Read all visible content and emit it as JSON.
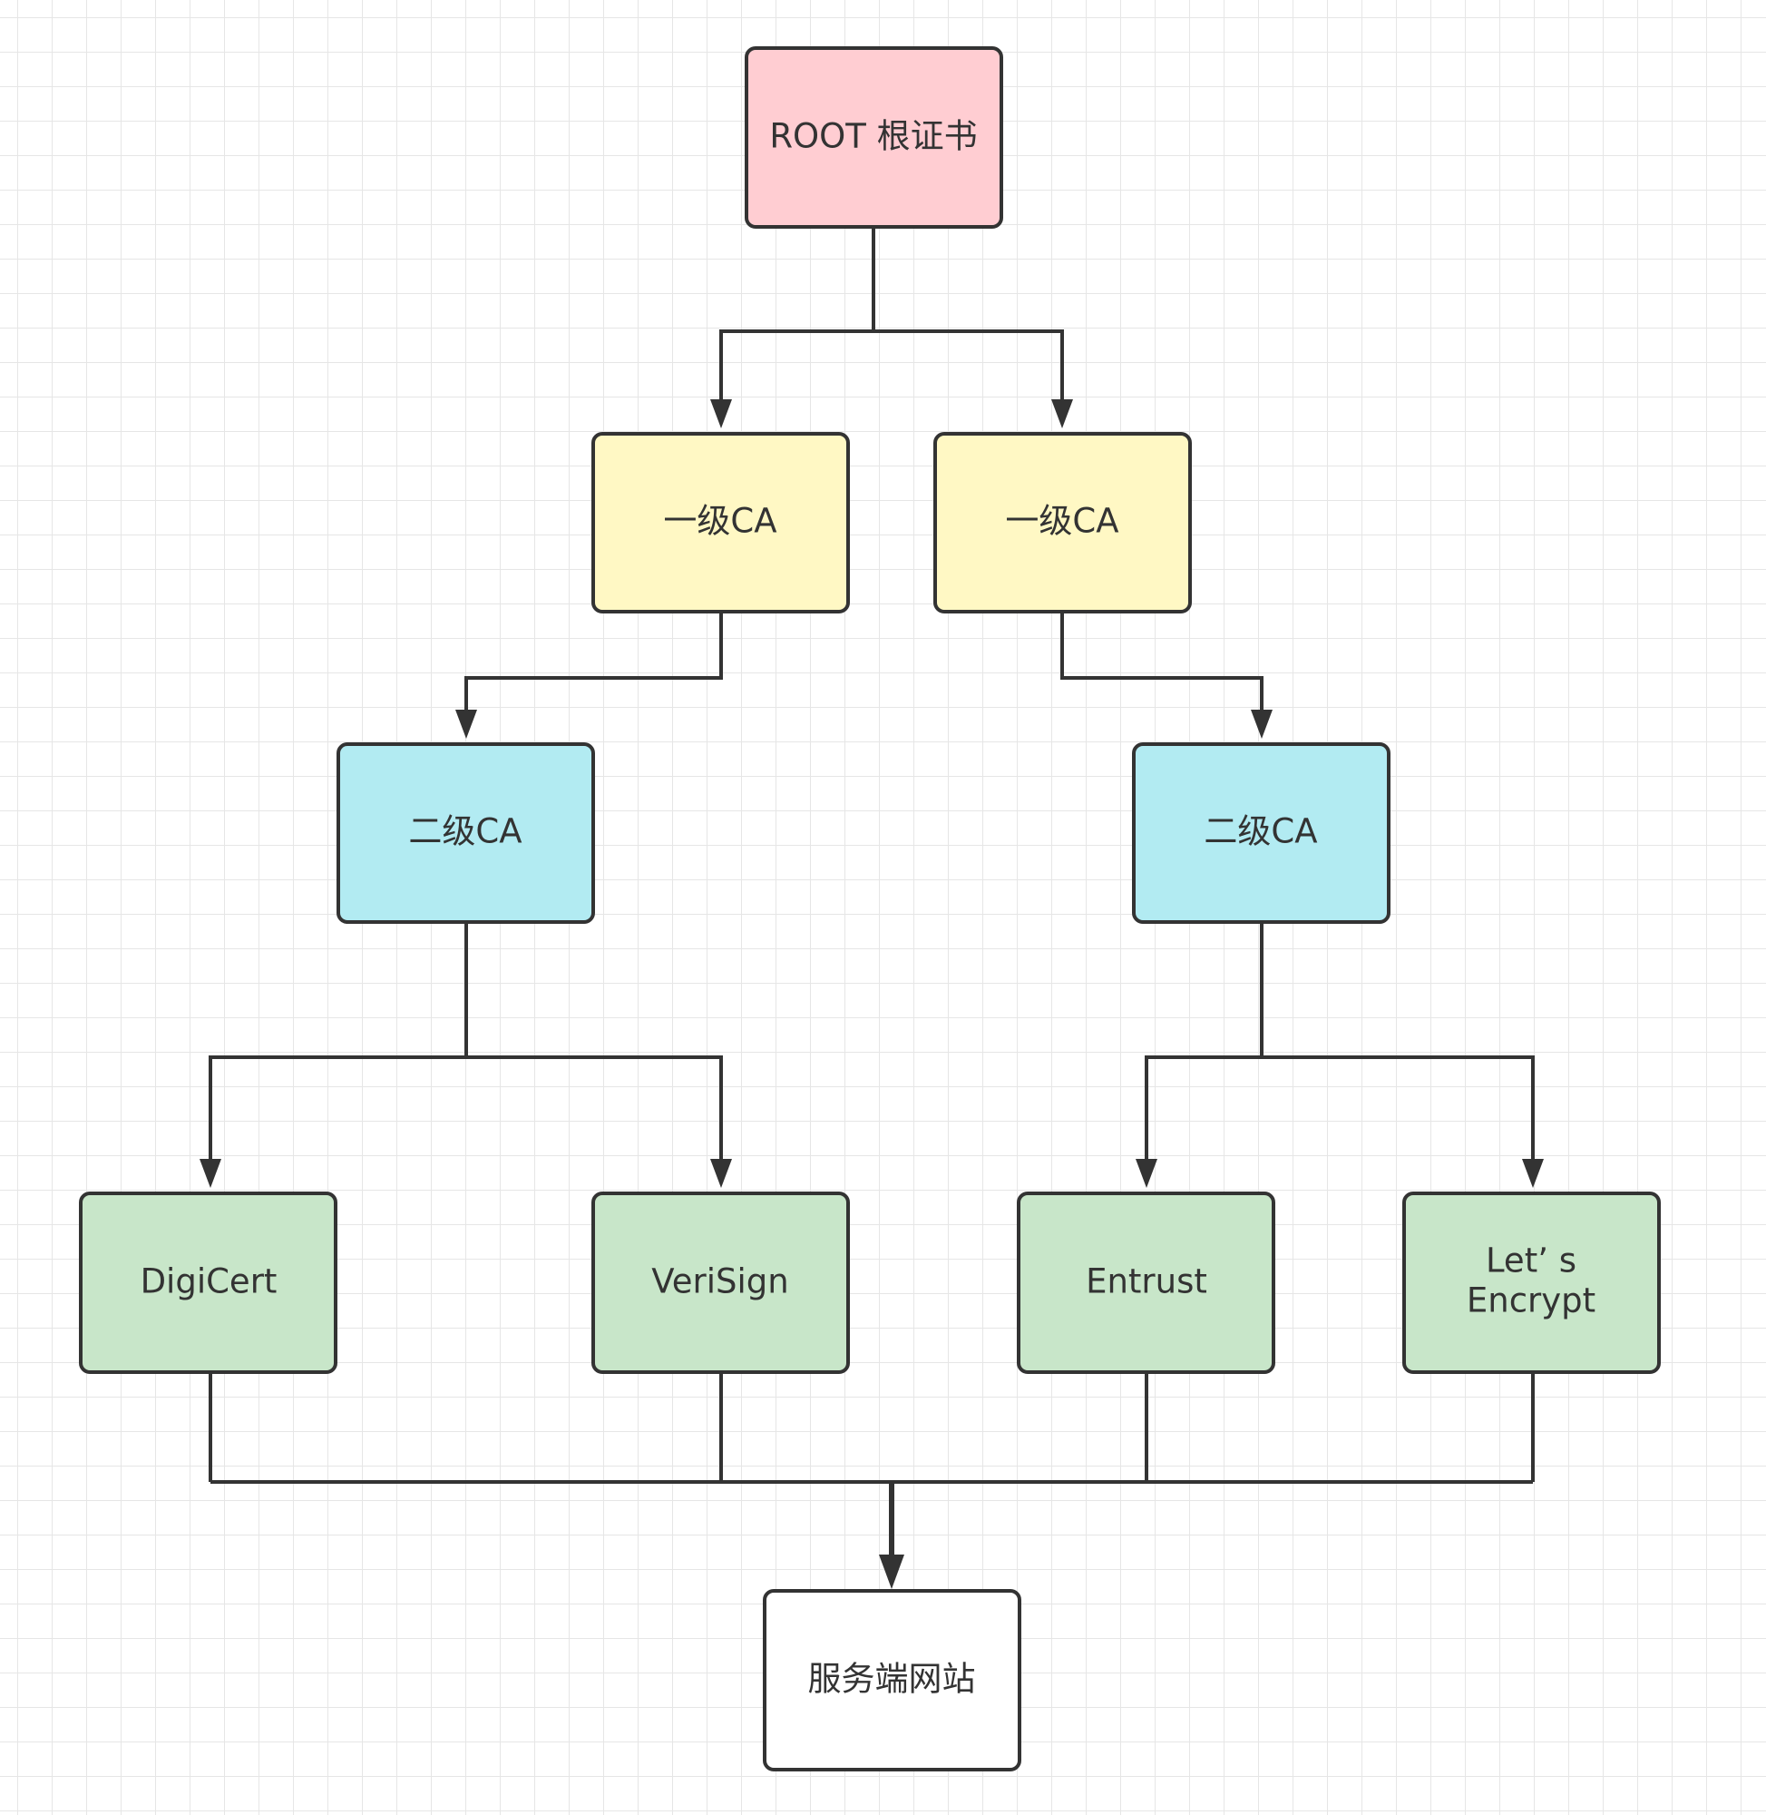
{
  "colors": {
    "root_fill": "#ffcdd2",
    "level1_fill": "#fff8c4",
    "level2_fill": "#b2ebf2",
    "cert_fill": "#c8e6c9",
    "site_fill": "#ffffff",
    "stroke": "#333333"
  },
  "nodes": {
    "root": {
      "label": "ROOT 根证书"
    },
    "ca1_left": {
      "label": "一级CA"
    },
    "ca1_right": {
      "label": "一级CA"
    },
    "ca2_left": {
      "label": "二级CA"
    },
    "ca2_right": {
      "label": "二级CA"
    },
    "digicert": {
      "label": "DigiCert"
    },
    "verisign": {
      "label": "VeriSign"
    },
    "entrust": {
      "label": "Entrust"
    },
    "letsencrypt": {
      "label_line1": "Let’ s",
      "label_line2": "Encrypt"
    },
    "server": {
      "label": "服务端网站"
    }
  }
}
